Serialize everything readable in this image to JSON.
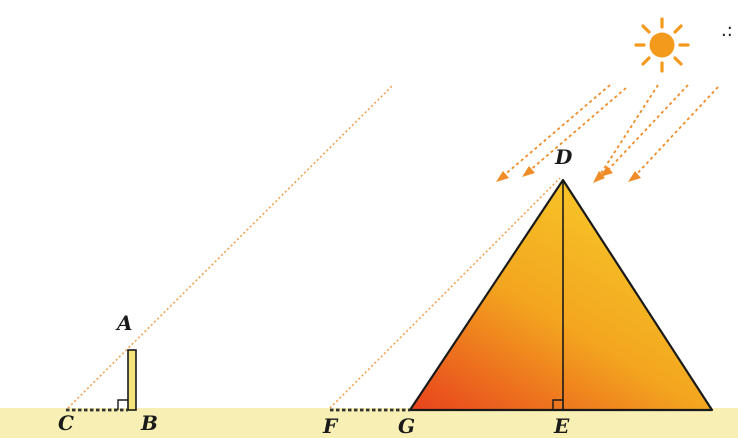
{
  "labels": {
    "A": "A",
    "B": "B",
    "C": "C",
    "D": "D",
    "E": "E",
    "F": "F",
    "G": "G"
  },
  "corner_mark": ".:",
  "colors": {
    "ground": "#f7efb4",
    "sun": "#f39a1d",
    "ray": "#f0a050",
    "arrow": "#f08c28",
    "pyramid_top": "#f8cd2a",
    "pyramid_bottom": "#e8501e",
    "stick": "#f3e27a",
    "outline": "#1a1a1a"
  },
  "icons": {
    "sun": "sun-icon",
    "right_angle": "right-angle-icon",
    "arrow": "arrow-icon"
  }
}
